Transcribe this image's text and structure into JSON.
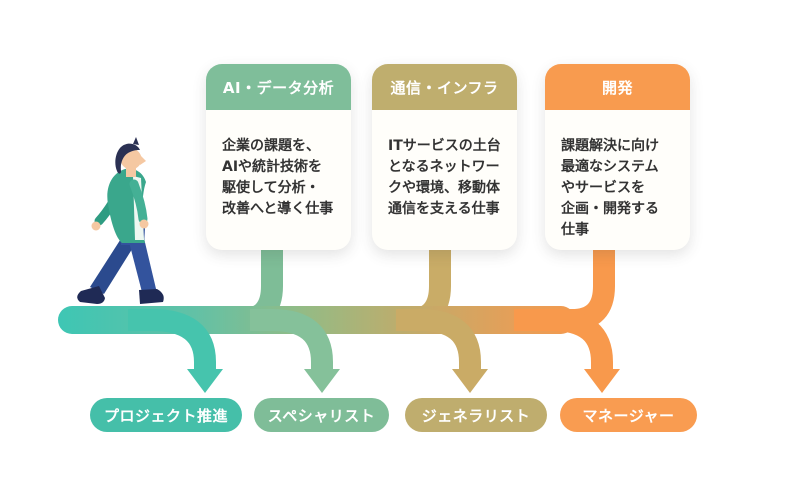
{
  "cards": [
    {
      "title": "AI・データ分析",
      "body": "企業の課題を、\nAIや統計技術を\n駆使して分析・\n改善へと導く仕事",
      "header_color": "#7FBE9A"
    },
    {
      "title": "通信・インフラ",
      "body": "ITサービスの土台\nとなるネットワー\nクや環境、移動体\n通信を支える仕事",
      "header_color": "#BFAE6E"
    },
    {
      "title": "開発",
      "body": "課題解決に向け\n最適なシステム\nやサービスを\n企画・開発する\n仕事",
      "header_color": "#F89B4F"
    }
  ],
  "roles": [
    {
      "label": "プロジェクト推進",
      "color": "#45BFA9"
    },
    {
      "label": "スペシャリスト",
      "color": "#7FBD98"
    },
    {
      "label": "ジェネラリスト",
      "color": "#BFAD6E"
    },
    {
      "label": "マネージャー",
      "color": "#F99C51"
    }
  ],
  "flow": {
    "bar_gradient": [
      "#3EC6B4",
      "#62C1A6",
      "#94BB85",
      "#C2AB6A",
      "#E89E57",
      "#F8984B"
    ],
    "branch_colors": [
      "#46C4AD",
      "#85C19A",
      "#CAAB66",
      "#F8994C"
    ],
    "stem_colors": [
      "#7EBD97",
      "#C9AC67",
      "#F8994C"
    ]
  },
  "illustration": {
    "name": "walking-person",
    "jacket": "#3AA78C",
    "jacket_dark": "#2F9C82",
    "jacket_light": "#44B095",
    "shirt": "#EDF7F1",
    "pants": "#33539D",
    "pants_dark": "#2B4A8E",
    "shoes": "#1F2A55",
    "skin": "#F5C8A2",
    "hair": "#2B3153"
  }
}
